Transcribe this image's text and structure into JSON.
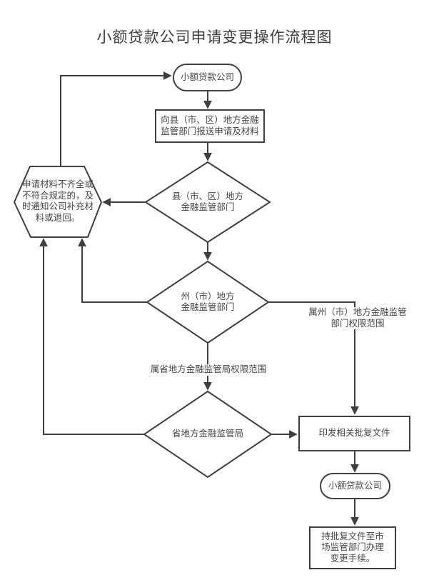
{
  "title": "小额贷款公司申请变更操作流程图",
  "colors": {
    "stroke": "#3f3f3f",
    "text": "#454545",
    "background": "#ffffff"
  },
  "nodes": {
    "start_oval": {
      "label": "小额贷款公司"
    },
    "submit_rect": {
      "lines": [
        "向县（市、区）地方金融",
        "监管部门报送申请及材料"
      ]
    },
    "county_diamond": {
      "lines": [
        "县（市、区）地方",
        "金融监管部门"
      ]
    },
    "notice_hexagon": {
      "lines": [
        "申请材料不齐全或",
        "不符合规定的，及",
        "时通知公司补充材",
        "料或退回。"
      ]
    },
    "prefecture_diamond": {
      "lines": [
        "州（市）地方",
        "金融监管部门"
      ]
    },
    "province_diamond": {
      "label": "省地方金融监管局"
    },
    "issue_rect": {
      "label": "印发相关批复文件"
    },
    "company_oval": {
      "label": "小额贷款公司"
    },
    "final_rect": {
      "lines": [
        "持批复文件至市",
        "场监管部门办理",
        "变更手续。"
      ]
    }
  },
  "edge_labels": {
    "prefecture_scope": {
      "lines": [
        "属州（市）地方金融监管",
        "部门权限范围"
      ]
    },
    "province_scope": "属省地方金融监管局权限范围"
  }
}
